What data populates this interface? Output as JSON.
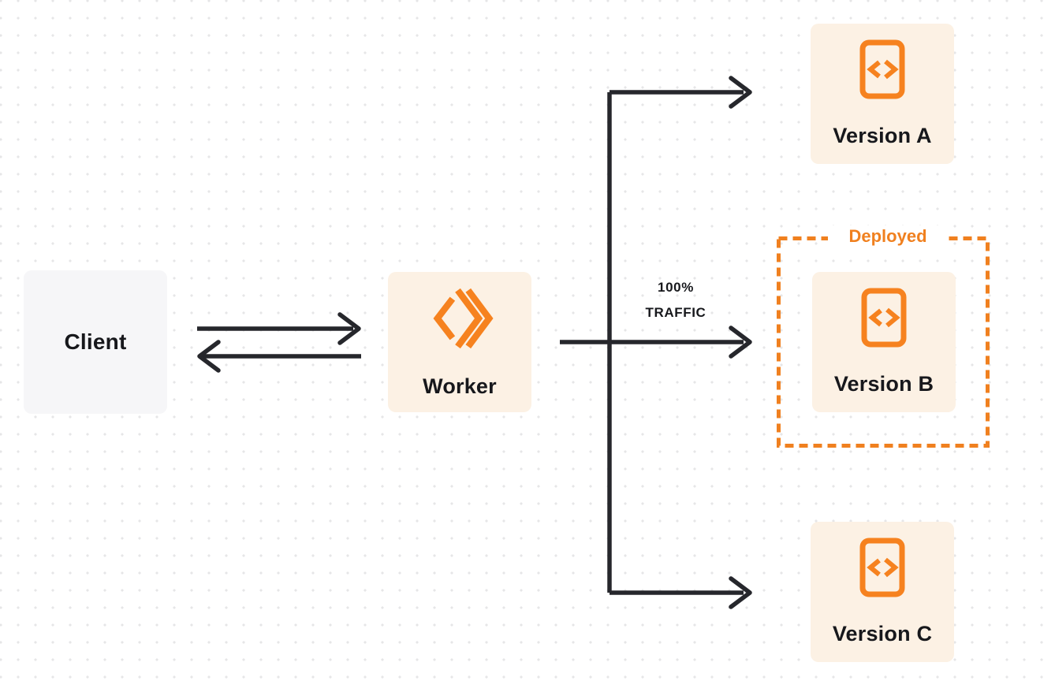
{
  "diagram": {
    "nodes": {
      "client": {
        "label": "Client"
      },
      "worker": {
        "label": "Worker",
        "icon": "cloudflare-workers-logo-icon"
      },
      "version_a": {
        "label": "Version A",
        "icon": "code-document-icon"
      },
      "version_b": {
        "label": "Version B",
        "icon": "code-document-icon"
      },
      "version_c": {
        "label": "Version C",
        "icon": "code-document-icon"
      }
    },
    "group": {
      "label": "Deployed"
    },
    "traffic": {
      "line1": "100%",
      "line2": "TRAFFIC"
    },
    "colors": {
      "accent_orange": "#F6821F",
      "deployed_orange": "#F0801F",
      "node_cream": "#FCF1E4",
      "client_gray": "#F6F6F8",
      "arrow_dark": "#26272C",
      "text_dark": "#17181C",
      "dot_grid": "#E6E6E7",
      "background": "#FFFFFF"
    }
  }
}
